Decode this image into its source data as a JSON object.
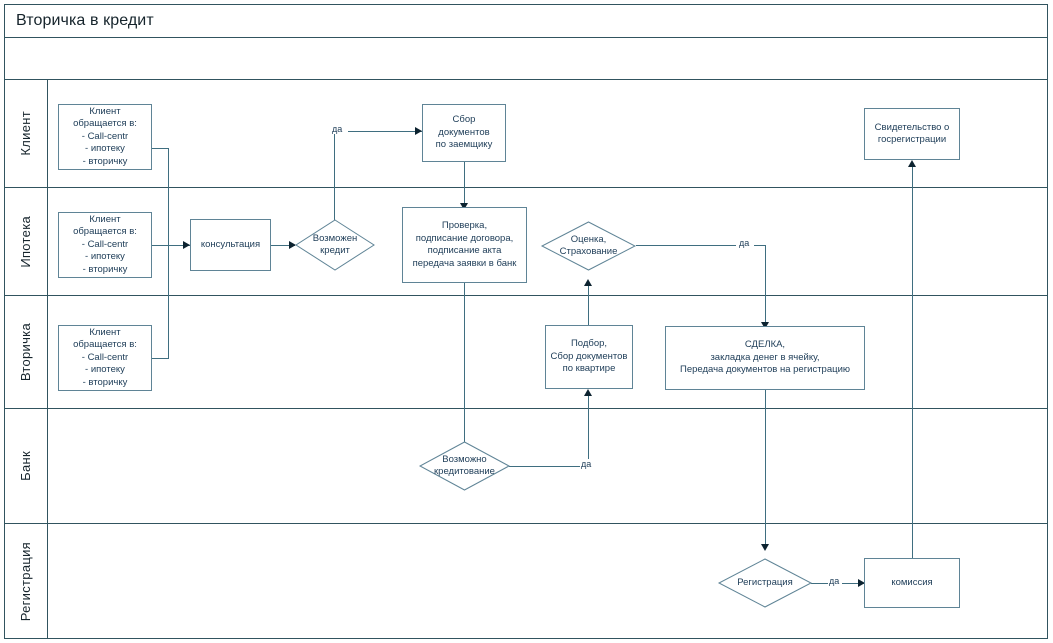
{
  "diagram": {
    "title": "Вторичка в кредит",
    "type": "swimlane-flowchart",
    "colors": {
      "frame": "#31545f",
      "node_border": "#5f8496",
      "text": "#1d3c57",
      "connector": "#3f6e80",
      "background": "#ffffff"
    }
  },
  "lanes": [
    {
      "id": "client",
      "label": "Клиент"
    },
    {
      "id": "ipoteka",
      "label": "Ипотека"
    },
    {
      "id": "vtorichka",
      "label": "Вторичка"
    },
    {
      "id": "bank",
      "label": "Банк"
    },
    {
      "id": "registration",
      "label": "Регистрация"
    }
  ],
  "nodes": [
    {
      "id": "client-request-1",
      "lane": "client",
      "shape": "box",
      "text": "Клиент\nобращается в:\n- Call-centr\n- ипотеку\n- вторичку"
    },
    {
      "id": "docs-borrower",
      "lane": "client",
      "shape": "box",
      "text": "Сбор\nдокументов\nпо заемщику"
    },
    {
      "id": "certificate",
      "lane": "client",
      "shape": "box",
      "text": "Свидетельство о\nгосрегистрации"
    },
    {
      "id": "client-request-2",
      "lane": "ipoteka",
      "shape": "box",
      "text": "Клиент\nобращается в:\n- Call-centr\n- ипотеку\n- вторичку"
    },
    {
      "id": "consultation",
      "lane": "ipoteka",
      "shape": "box",
      "text": "консультация"
    },
    {
      "id": "credit-possible",
      "lane": "ipoteka",
      "shape": "diamond",
      "text": "Возможен\nкредит"
    },
    {
      "id": "check-sign",
      "lane": "ipoteka",
      "shape": "box",
      "text": "Проверка,\nподписание договора,\nподписание акта\nпередача заявки в банк"
    },
    {
      "id": "appraisal",
      "lane": "ipoteka",
      "shape": "diamond",
      "text": "Оценка,\nСтрахование"
    },
    {
      "id": "client-request-3",
      "lane": "vtorichka",
      "shape": "box",
      "text": "Клиент\nобращается в:\n- Call-centr\n- ипотеку\n- вторичку"
    },
    {
      "id": "flat-docs",
      "lane": "vtorichka",
      "shape": "box",
      "text": "Подбор,\nСбор документов\nпо квартире"
    },
    {
      "id": "deal",
      "lane": "vtorichka",
      "shape": "box",
      "text": "СДЕЛКА,\nзакладка денег в ячейку,\nПередача документов на регистрацию"
    },
    {
      "id": "lending-possible",
      "lane": "bank",
      "shape": "diamond",
      "text": "Возможно\nкредитование"
    },
    {
      "id": "registration-dec",
      "lane": "registration",
      "shape": "diamond",
      "text": "Регистрация"
    },
    {
      "id": "commission",
      "lane": "registration",
      "shape": "box",
      "text": "комиссия"
    }
  ],
  "edges": [
    {
      "from": "client-request-1",
      "to": "consultation",
      "label": ""
    },
    {
      "from": "client-request-2",
      "to": "consultation",
      "label": ""
    },
    {
      "from": "client-request-3",
      "to": "consultation",
      "label": ""
    },
    {
      "from": "consultation",
      "to": "credit-possible",
      "label": ""
    },
    {
      "from": "credit-possible",
      "to": "docs-borrower",
      "label": "да"
    },
    {
      "from": "docs-borrower",
      "to": "check-sign",
      "label": ""
    },
    {
      "from": "check-sign",
      "to": "lending-possible",
      "label": ""
    },
    {
      "from": "lending-possible",
      "to": "flat-docs",
      "label": "да"
    },
    {
      "from": "flat-docs",
      "to": "appraisal",
      "label": ""
    },
    {
      "from": "appraisal",
      "to": "deal",
      "label": "да"
    },
    {
      "from": "deal",
      "to": "registration-dec",
      "label": ""
    },
    {
      "from": "registration-dec",
      "to": "commission",
      "label": "да"
    },
    {
      "from": "commission",
      "to": "certificate",
      "label": ""
    }
  ],
  "edge_labels": {
    "yes_credit": "да",
    "yes_lending": "да",
    "yes_appraisal": "да",
    "yes_registration": "да"
  }
}
